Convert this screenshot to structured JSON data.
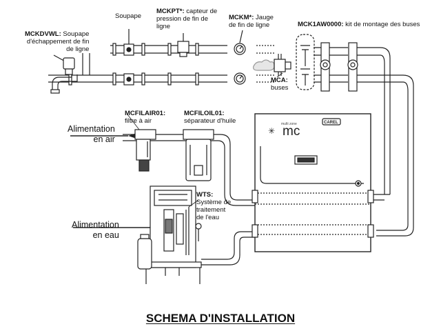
{
  "callouts": {
    "soupape": {
      "code": "",
      "text": "Soupape"
    },
    "mckpt": {
      "code": "MCKPT*:",
      "line1": " capteur de",
      "line2": "pression de fin de",
      "line3": "ligne"
    },
    "mckm": {
      "code": "MCKM*:",
      "line1": " Jauge",
      "line2": "de fin de ligne"
    },
    "mck1aw": {
      "code": "MCK1AW0000:",
      "line1": " kit de montage des buses"
    },
    "mckdvwl": {
      "code": "MCKDVWL:",
      "line1": " Soupape",
      "line2": "d'échappement de fin",
      "line3": "de ligne"
    },
    "mca": {
      "code": "MCA:",
      "line2": "buses"
    },
    "mcfilair": {
      "code": "MCFILAIR01:",
      "line2": "filtre à air"
    },
    "mcfiloil": {
      "code": "MCFILOIL01:",
      "line2": "séparateur d'huile"
    },
    "wts": {
      "code": "WTS:",
      "line2": "Système de",
      "line3": "traitement",
      "line4": "de l'eau"
    }
  },
  "feeds": {
    "air": {
      "line1": "Alimentation",
      "line2": "en air"
    },
    "water": {
      "line1": "Alimentation",
      "line2": "en eau"
    }
  },
  "unit": {
    "brand": "mc",
    "logo": "CAREL",
    "small_text": "multi zone"
  },
  "title": "SCHEMA D'INSTALLATION"
}
